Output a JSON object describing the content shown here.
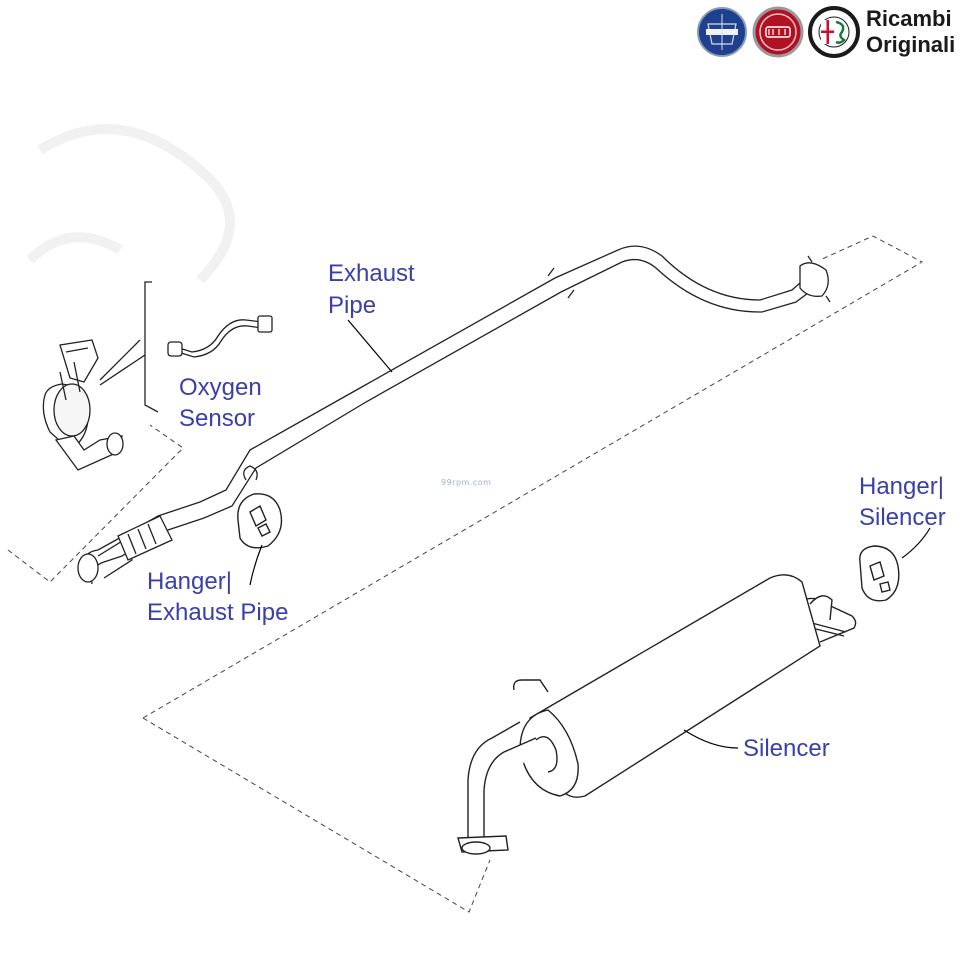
{
  "brand": {
    "line1": "Ricambi",
    "line2": "Originali",
    "logos": [
      "lancia-logo",
      "fiat-logo",
      "alfa-romeo-logo"
    ],
    "colors": {
      "lancia": "#1f3f8f",
      "fiat": "#b01224",
      "alfa_red": "#c8102e",
      "alfa_green": "#1b7a3a"
    }
  },
  "labels": {
    "exhaust_pipe": [
      "Exhaust",
      "Pipe"
    ],
    "oxygen_sensor": [
      "Oxygen",
      "Sensor"
    ],
    "hanger_silencer": [
      "Hanger|",
      "Silencer"
    ],
    "hanger_exhaust_pipe": [
      "Hanger|",
      "Exhaust Pipe"
    ],
    "silencer": "Silencer"
  },
  "watermark": "99rpm.com",
  "colors": {
    "label_text": "#3a40a8",
    "line_art": "#222222",
    "leader": "#000000"
  }
}
